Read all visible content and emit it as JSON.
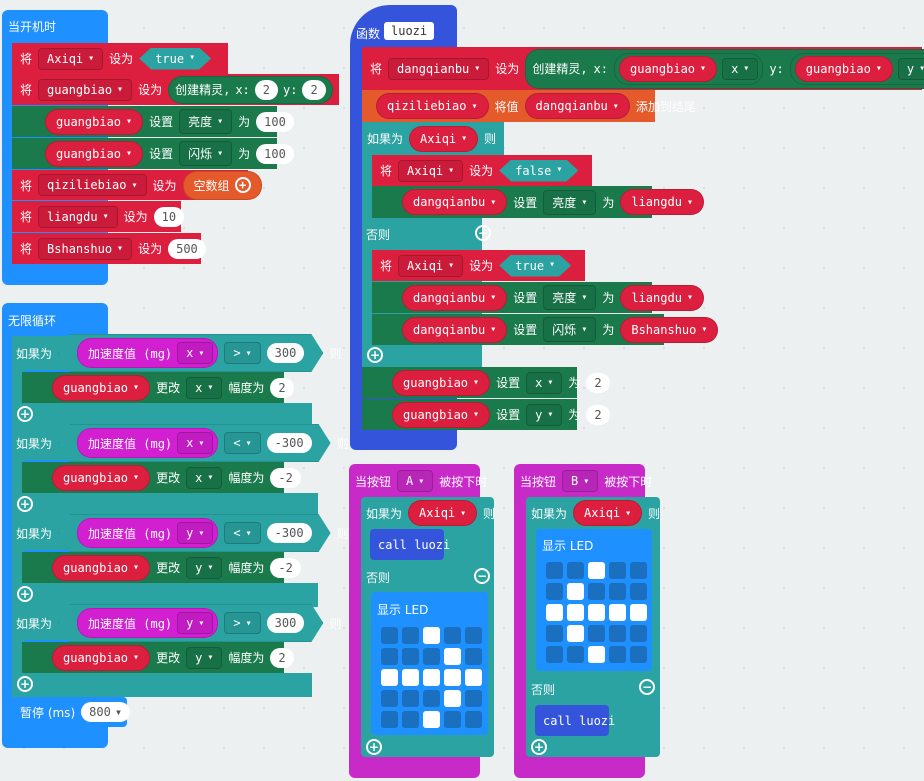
{
  "on_start": {
    "title": "当开机时",
    "r1": {
      "kw": "将",
      "var": "Axiqi",
      "set": "设为",
      "val": "true"
    },
    "r2": {
      "kw": "将",
      "var": "guangbiao",
      "set": "设为",
      "create": "创建精灵,",
      "x": "x:",
      "xv": "2",
      "y": "y:",
      "yv": "2"
    },
    "r3": {
      "var": "guangbiao",
      "set": "设置",
      "prop": "亮度",
      "to": "为",
      "val": "100"
    },
    "r4": {
      "var": "guangbiao",
      "set": "设置",
      "prop": "闪烁",
      "to": "为",
      "val": "100"
    },
    "r5": {
      "kw": "将",
      "var": "qiziliebiao",
      "set": "设为",
      "val": "空数组"
    },
    "r6": {
      "kw": "将",
      "var": "liangdu",
      "set": "设为",
      "val": "10"
    },
    "r7": {
      "kw": "将",
      "var": "Bshanshuo",
      "set": "设为",
      "val": "500"
    }
  },
  "forever": {
    "title": "无限循环",
    "ifs": [
      {
        "if": "如果为",
        "sensor": "加速度值 (mg)",
        "axis": "x",
        "op": ">",
        "val": "300",
        "then": "则",
        "var": "guangbiao",
        "change": "更改",
        "prop": "x",
        "by": "幅度为",
        "amt": "2"
      },
      {
        "if": "如果为",
        "sensor": "加速度值 (mg)",
        "axis": "x",
        "op": "<",
        "val": "-300",
        "then": "则",
        "var": "guangbiao",
        "change": "更改",
        "prop": "x",
        "by": "幅度为",
        "amt": "-2"
      },
      {
        "if": "如果为",
        "sensor": "加速度值 (mg)",
        "axis": "y",
        "op": "<",
        "val": "-300",
        "then": "则",
        "var": "guangbiao",
        "change": "更改",
        "prop": "y",
        "by": "幅度为",
        "amt": "-2"
      },
      {
        "if": "如果为",
        "sensor": "加速度值 (mg)",
        "axis": "y",
        "op": ">",
        "val": "300",
        "then": "则",
        "var": "guangbiao",
        "change": "更改",
        "prop": "y",
        "by": "幅度为",
        "amt": "2"
      }
    ],
    "pause": {
      "label": "暂停 (ms)",
      "val": "800"
    }
  },
  "func": {
    "kw": "函数",
    "name": "luozi",
    "r1": {
      "kw": "将",
      "var": "dangqianbu",
      "set": "设为",
      "create": "创建精灵,",
      "x": "x:",
      "xs": "guangbiao",
      "xp": "x",
      "y": "y:",
      "ys": "guangbiao",
      "yp": "y"
    },
    "r2": {
      "list": "qiziliebiao",
      "op": "将值",
      "val": "dangqianbu",
      "end": "添加到结尾"
    },
    "if": {
      "if": "如果为",
      "cond": "Axiqi",
      "then": "则",
      "else": "否则"
    },
    "t1": {
      "kw": "将",
      "var": "Axiqi",
      "set": "设为",
      "val": "false"
    },
    "t2": {
      "var": "dangqianbu",
      "set": "设置",
      "prop": "亮度",
      "to": "为",
      "val": "liangdu"
    },
    "e1": {
      "kw": "将",
      "var": "Axiqi",
      "set": "设为",
      "val": "true"
    },
    "e2": {
      "var": "dangqianbu",
      "set": "设置",
      "prop": "亮度",
      "to": "为",
      "val": "liangdu"
    },
    "e3": {
      "var": "dangqianbu",
      "set": "设置",
      "prop": "闪烁",
      "to": "为",
      "val": "Bshanshuo"
    },
    "s1": {
      "var": "guangbiao",
      "set": "设置",
      "prop": "x",
      "to": "为",
      "val": "2"
    },
    "s2": {
      "var": "guangbiao",
      "set": "设置",
      "prop": "y",
      "to": "为",
      "val": "2"
    }
  },
  "btnA": {
    "on": "当按钮",
    "btn": "A",
    "pressed": "被按下时",
    "if": "如果为",
    "cond": "Axiqi",
    "then": "则",
    "call": "call luozi",
    "else": "否则",
    "show": "显示 LED",
    "led": [
      [
        0,
        0,
        1,
        0,
        0
      ],
      [
        0,
        0,
        0,
        1,
        0
      ],
      [
        1,
        1,
        1,
        1,
        1
      ],
      [
        0,
        0,
        0,
        1,
        0
      ],
      [
        0,
        0,
        1,
        0,
        0
      ]
    ]
  },
  "btnB": {
    "on": "当按钮",
    "btn": "B",
    "pressed": "被按下时",
    "if": "如果为",
    "cond": "Axiqi",
    "then": "则",
    "show": "显示 LED",
    "else": "否则",
    "call": "call luozi",
    "led": [
      [
        0,
        0,
        1,
        0,
        0
      ],
      [
        0,
        1,
        0,
        0,
        0
      ],
      [
        1,
        1,
        1,
        1,
        1
      ],
      [
        0,
        1,
        0,
        0,
        0
      ],
      [
        0,
        0,
        1,
        0,
        0
      ]
    ]
  }
}
